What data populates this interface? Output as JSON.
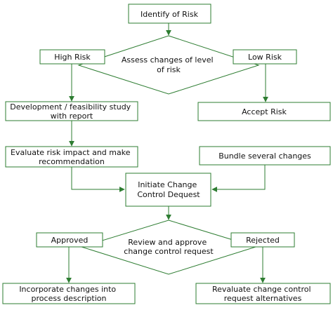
{
  "diagram": {
    "colors": {
      "stroke": "#2e7d32",
      "text": "#111111",
      "background": "#ffffff"
    },
    "nodes": {
      "identify_risk": {
        "lines": [
          "Identify of Risk"
        ]
      },
      "assess_changes": {
        "lines": [
          "Assess changes of level",
          "of risk"
        ]
      },
      "high_risk": {
        "lines": [
          "High Risk"
        ]
      },
      "low_risk": {
        "lines": [
          "Low Risk"
        ]
      },
      "development_study": {
        "lines": [
          "Development / feasibility study",
          "with report"
        ]
      },
      "accept_risk": {
        "lines": [
          "Accept Risk"
        ]
      },
      "evaluate_impact": {
        "lines": [
          "Evaluate risk impact and make",
          "recommendation"
        ]
      },
      "bundle_changes": {
        "lines": [
          "Bundle several changes"
        ]
      },
      "initiate_request": {
        "lines": [
          "Initiate Change",
          "Control Dequest"
        ]
      },
      "review_approve": {
        "lines": [
          "Review and approve",
          "change control request"
        ]
      },
      "approved": {
        "lines": [
          "Approved"
        ]
      },
      "rejected": {
        "lines": [
          "Rejected"
        ]
      },
      "incorporate_changes": {
        "lines": [
          "Incorporate changes into",
          "process description"
        ]
      },
      "revaluate_request": {
        "lines": [
          "Revaluate change control",
          "request alternatives"
        ]
      }
    }
  }
}
